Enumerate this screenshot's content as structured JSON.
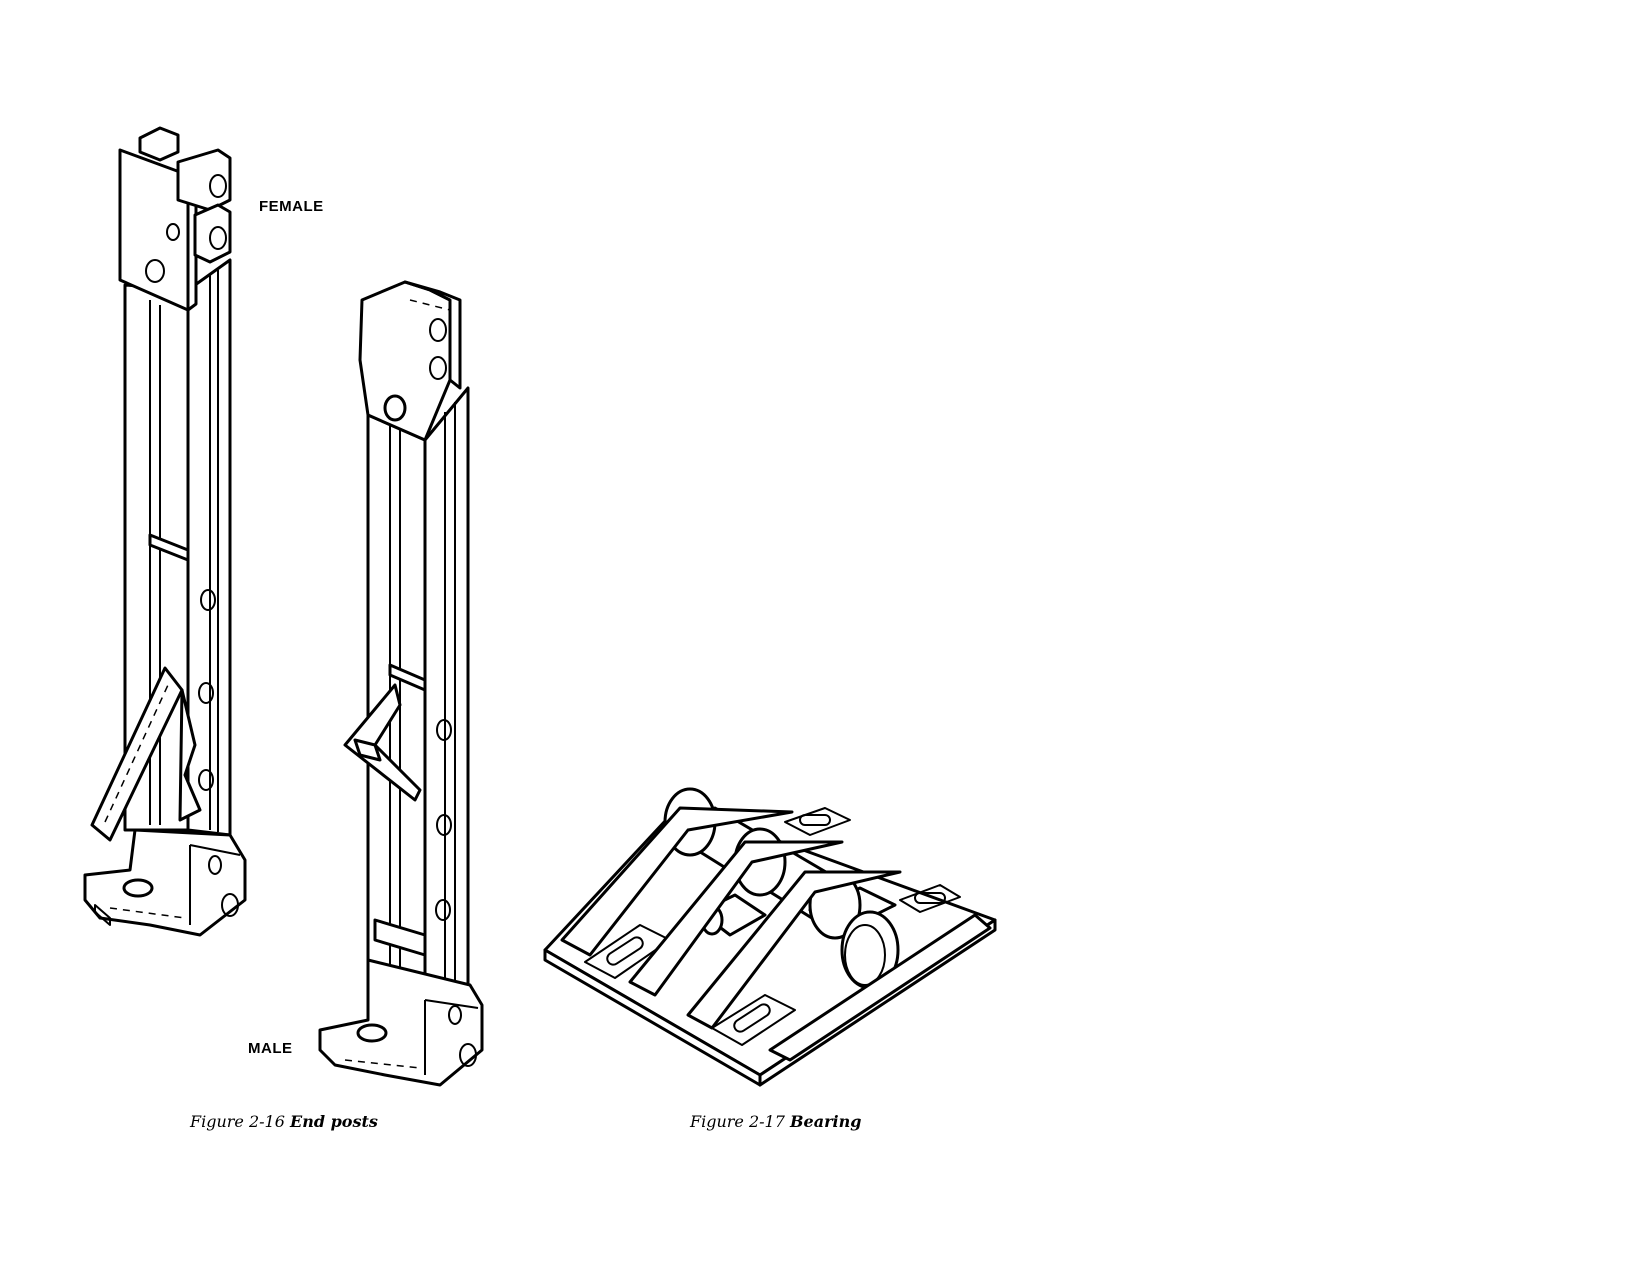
{
  "figures": [
    {
      "id": "fig-2-16",
      "number_text": "Figure 2-16",
      "title": "End posts",
      "labels": [
        "FEMALE",
        "MALE"
      ]
    },
    {
      "id": "fig-2-17",
      "number_text": "Figure 2-17",
      "title": "Bearing"
    }
  ]
}
